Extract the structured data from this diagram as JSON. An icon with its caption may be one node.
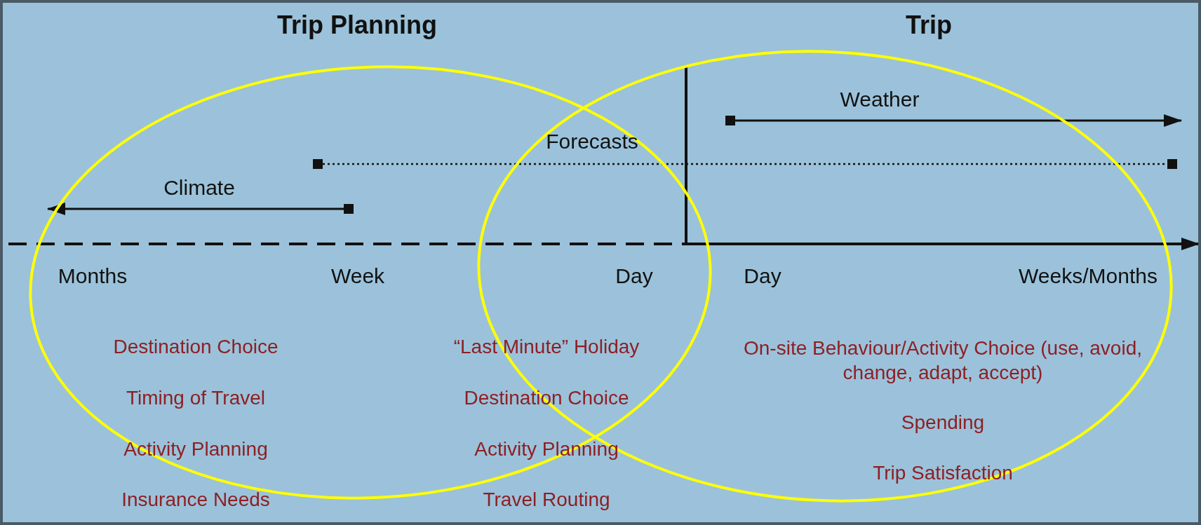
{
  "diagram": {
    "labels": [
      "Trip Planning",
      "Trip",
      "Weather",
      "Forecasts",
      "Climate",
      "Months",
      "Week",
      "Day",
      "Day",
      "Weeks/Months",
      "Destination Choice",
      "“Last Minute” Holiday",
      "On-site Behaviour/Activity Choice (use, avoid, change, adapt, accept)",
      "Timing of Travel",
      "Destination Choice",
      "Spending",
      "Activity Planning",
      "Activity Planning",
      "Trip Satisfaction",
      "Insurance Needs",
      "Travel Routing"
    ]
  }
}
